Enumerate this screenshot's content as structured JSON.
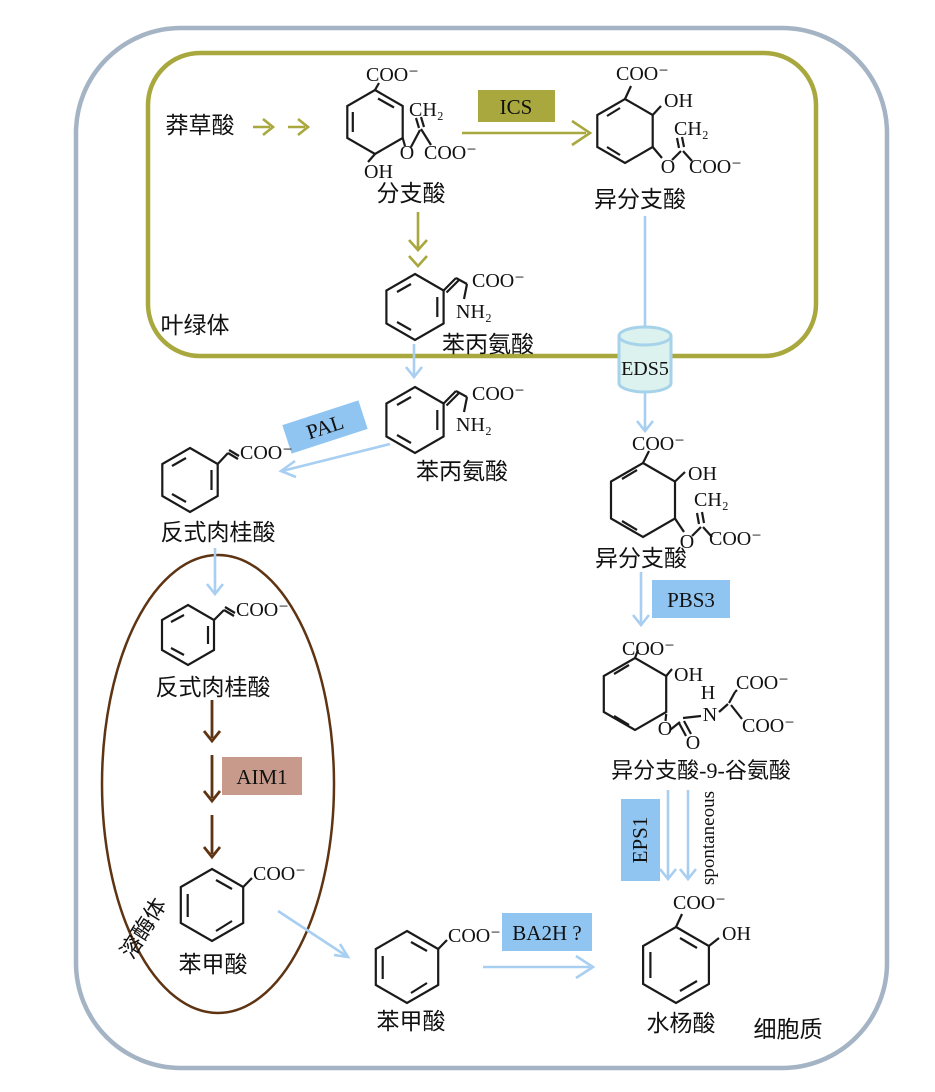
{
  "figure": {
    "description_domain": "salicylic-acid-biosynthesis-pathway-diagram"
  },
  "organelles": {
    "chloroplast": "叶绿体",
    "lysosome": "溶酶体",
    "cytoplasm": "细胞质"
  },
  "metabolites": {
    "shikimate": "莽草酸",
    "chorismate": "分支酸",
    "isochorismate": "异分支酸",
    "phenylalanine": "苯丙氨酸",
    "trans_cinnamic": "反式肉桂酸",
    "benzoic": "苯甲酸",
    "isochorismate_9_glu": "异分支酸-9-谷氨酸",
    "salicylic": "水杨酸"
  },
  "enzymes": {
    "ics": "ICS",
    "pal": "PAL",
    "eds5": "EDS5",
    "pbs3": "PBS3",
    "aim1": "AIM1",
    "eps1": "EPS1",
    "ba2h": "BA2H ?",
    "spontaneous": "spontaneous"
  },
  "chem": {
    "coo": "COO⁻",
    "oh": "OH",
    "ch2": "CH₂",
    "nh2": "NH₂",
    "o": "O",
    "h": "H",
    "n": "N"
  },
  "colors": {
    "cell_border": "#a5b4c4",
    "chloroplast_border": "#a8a83e",
    "ics_box": "#a8a83e",
    "arrow_blue": "#a8cff2",
    "enzyme_blue": "#90c5f1",
    "aim1_box": "#c89a8c",
    "lysosome_border": "#5e3413",
    "brown_arrow": "#5e3413",
    "eds5_fill": "#dbf2ee",
    "eds5_stroke": "#a6d2ea",
    "bond": "#1a1a1a"
  }
}
